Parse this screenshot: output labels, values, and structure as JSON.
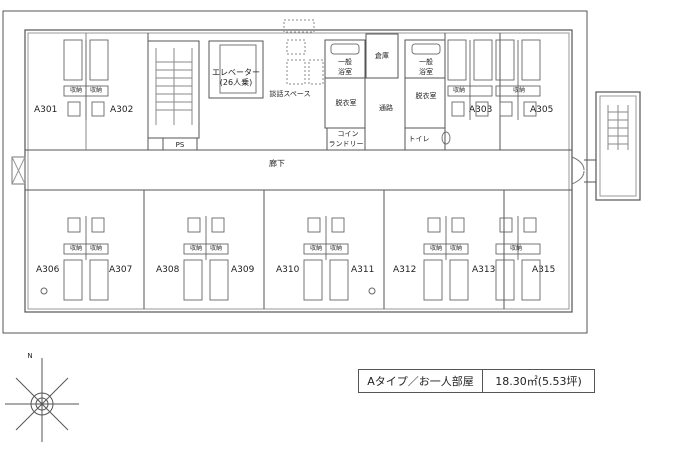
{
  "plan": {
    "rooms_top": [
      "A301",
      "A302",
      "A303",
      "A305"
    ],
    "rooms_bottom": [
      "A306",
      "A307",
      "A308",
      "A309",
      "A310",
      "A311",
      "A312",
      "A313",
      "A315"
    ],
    "storage_label": "収納",
    "elevator_label": "エレベーター",
    "elevator_capacity": "(26人乗)",
    "sofa_space": "談話スペース",
    "changing_room": "脱衣室",
    "bath_line1": "一般",
    "bath_line2": "浴室",
    "warehouse": "倉庫",
    "passage": "通路",
    "toilet": "トイレ",
    "laundry_line1": "コイン",
    "laundry_line2": "ランドリー",
    "corridor": "廊下",
    "ps": "PS",
    "north": "N"
  },
  "info": {
    "room_type": "Aタイプ／お一人部屋",
    "area": "18.30㎡(5.53坪)"
  }
}
